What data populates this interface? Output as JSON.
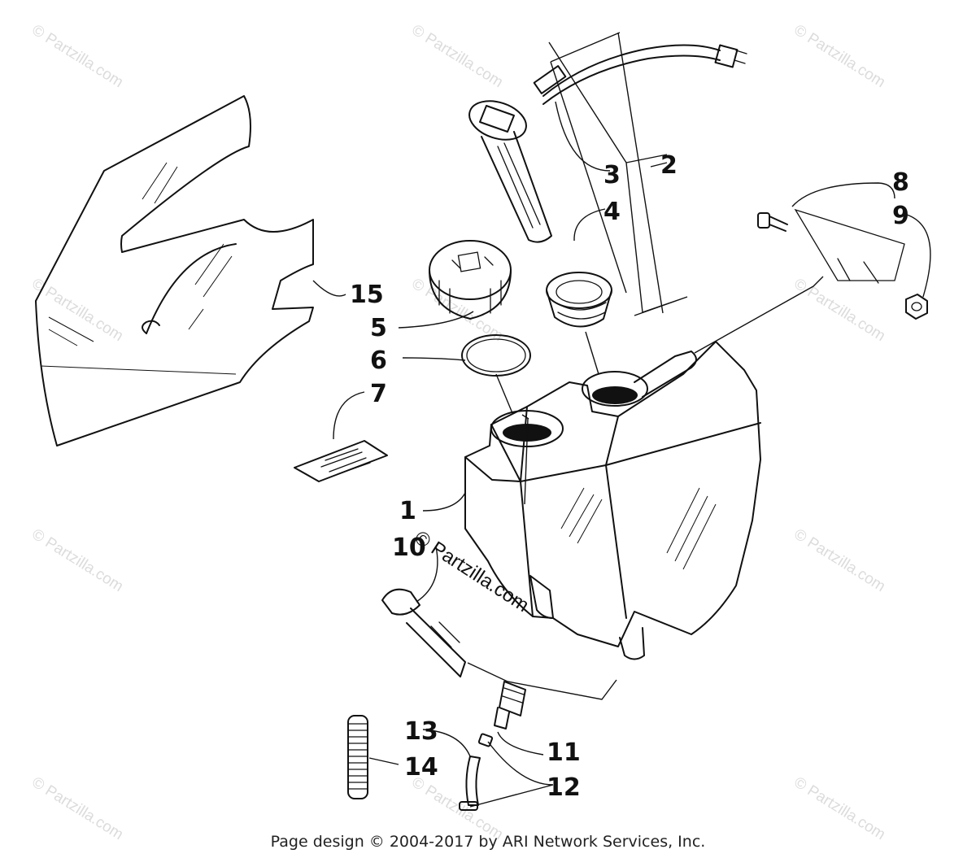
{
  "diagram": {
    "callouts": [
      {
        "label": "1"
      },
      {
        "label": "2"
      },
      {
        "label": "3"
      },
      {
        "label": "4"
      },
      {
        "label": "5"
      },
      {
        "label": "6"
      },
      {
        "label": "7"
      },
      {
        "label": "8"
      },
      {
        "label": "9"
      },
      {
        "label": "10"
      },
      {
        "label": "11"
      },
      {
        "label": "12"
      },
      {
        "label": "13"
      },
      {
        "label": "14"
      },
      {
        "label": "15"
      }
    ],
    "watermark": "© Partzilla.com",
    "center_watermark": "© Partzilla.com"
  },
  "footer": {
    "text": "Page design © 2004-2017 by ARI Network Services, Inc."
  }
}
